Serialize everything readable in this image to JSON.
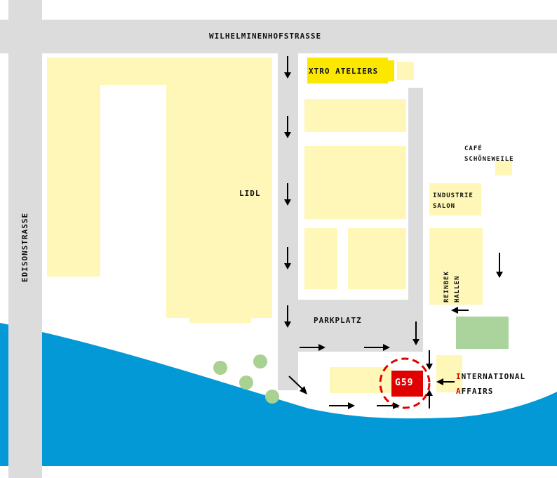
{
  "colors": {
    "road": "#dcdcdc",
    "building": "#fef7b7",
    "highlight_building": "#fbe700",
    "water": "#0399d6",
    "green": "#abd39c",
    "tree": "#a8d192",
    "venue": "#e00000",
    "arrow": "#000000"
  },
  "streets": {
    "north": "WILHELMINENHOFSTRASSE",
    "west": "EDISONSTRASSE"
  },
  "places": {
    "xtro": "XTRO ATELIERS",
    "lidl": "LIDL",
    "cafe_line1": "CAFÉ",
    "cafe_line2": "SCHÖNEWEILE",
    "industrie_line1": "INDUSTRIE",
    "industrie_line2": "SALON",
    "reinbek_line1": "REINBEK",
    "reinbek_line2": "HALLEN",
    "parkplatz": "PARKPLATZ",
    "venue": "G59"
  },
  "destination": {
    "line1_initial": "I",
    "line1_rest": "NTERNATIONAL",
    "line2_initial": "A",
    "line2_rest": "FFAIRS"
  }
}
